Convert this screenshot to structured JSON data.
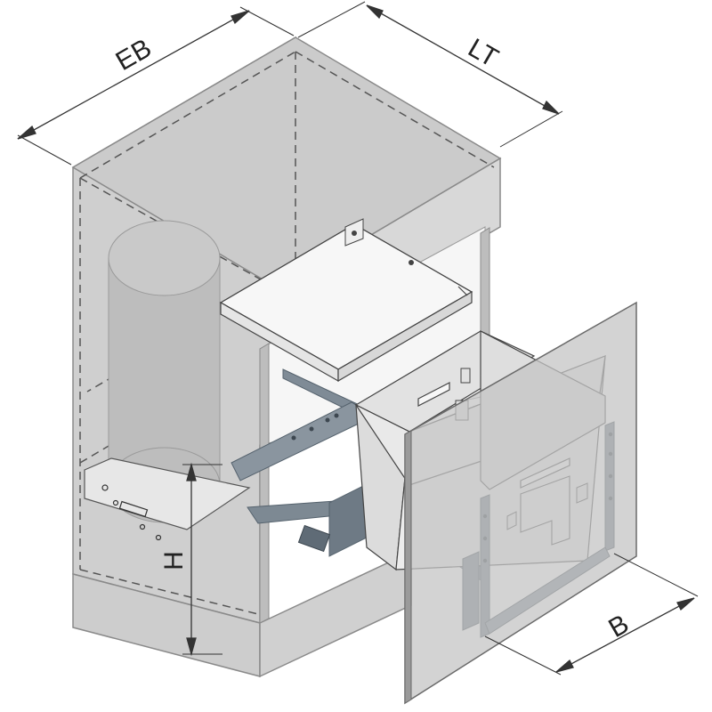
{
  "diagram": {
    "labels": {
      "eb": "EB",
      "lt": "LT",
      "h": "H",
      "b": "B"
    },
    "colors": {
      "cabinet": "#d3d3d3",
      "cabinet_dark": "#bdbdbd",
      "edge": "#7b7b7b",
      "dashed": "#555555",
      "rail": "#7f8b96",
      "frame": "#55626d",
      "bin": "#ececec",
      "bin_shade": "#d6d6d6",
      "cylinder": "#bfbfbf",
      "front_panel": "#c8c8c8",
      "line": "#333333"
    }
  }
}
